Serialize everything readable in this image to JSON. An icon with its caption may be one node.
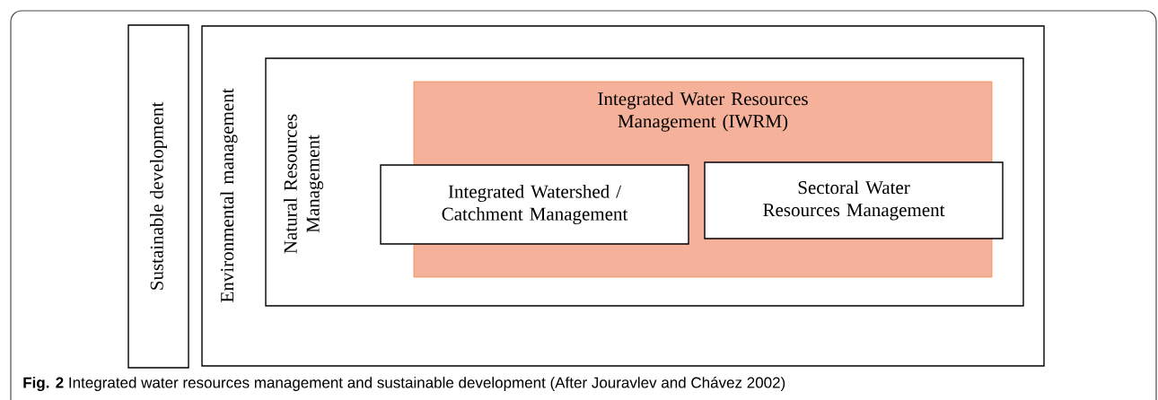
{
  "diagram": {
    "caption": "**Fig. 2**  Integrated water resources management and sustainable development (After Jouravlev and Chávez 2002)",
    "nodes": [
      {
        "text": [
          "Sustainable development"
        ]
      },
      {
        "text": [
          "Environmental management"
        ]
      },
      {
        "text": [
          "Natural Resources Management"
        ],
        "in": 1
      },
      {
        "text": [
          "Integrated Water Resources Management (IWRM)"
        ],
        "in": 2
      },
      {
        "text": [
          "Integrated Watershed / Catchment Management"
        ],
        "in": 3
      },
      {
        "text": [
          "Sectoral Water Resources Management"
        ],
        "in": 3
      }
    ]
  }
}
